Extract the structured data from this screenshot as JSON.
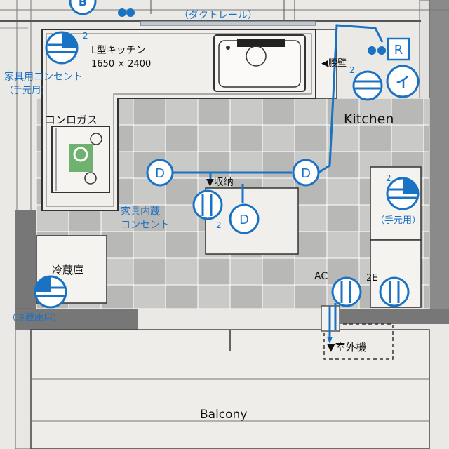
{
  "labels": {
    "duct_rail": "（ダクトレール）",
    "kitchen_type": "L型キッチン",
    "kitchen_size": "1650 × 2400",
    "furniture_outlet_1": "家具用コンセント",
    "furniture_outlet_2": "（手元用）",
    "stove": "コンロガス",
    "waist_wall": "◀腰壁",
    "kitchen_en": "Kitchen",
    "storage": "▼収納",
    "builtin_outlet_1": "家具内蔵",
    "builtin_outlet_2": "コンセント",
    "hand_use": "（手元用）",
    "fridge": "冷蔵庫",
    "fridge_use": "（冷蔵庫用）",
    "ac": "AC",
    "outdoor_unit": "▼室外機",
    "balcony": "Balcony"
  },
  "symbols": {
    "B": "B",
    "R": "R",
    "I": "イ",
    "D": "D",
    "two": "2",
    "two_e": "2E"
  },
  "colors": {
    "blue": "#1a72c4",
    "line": "#333333",
    "tile": "#c9c9c7",
    "tile_dark": "#b8b8b6",
    "wall": "#7a7a7a"
  }
}
